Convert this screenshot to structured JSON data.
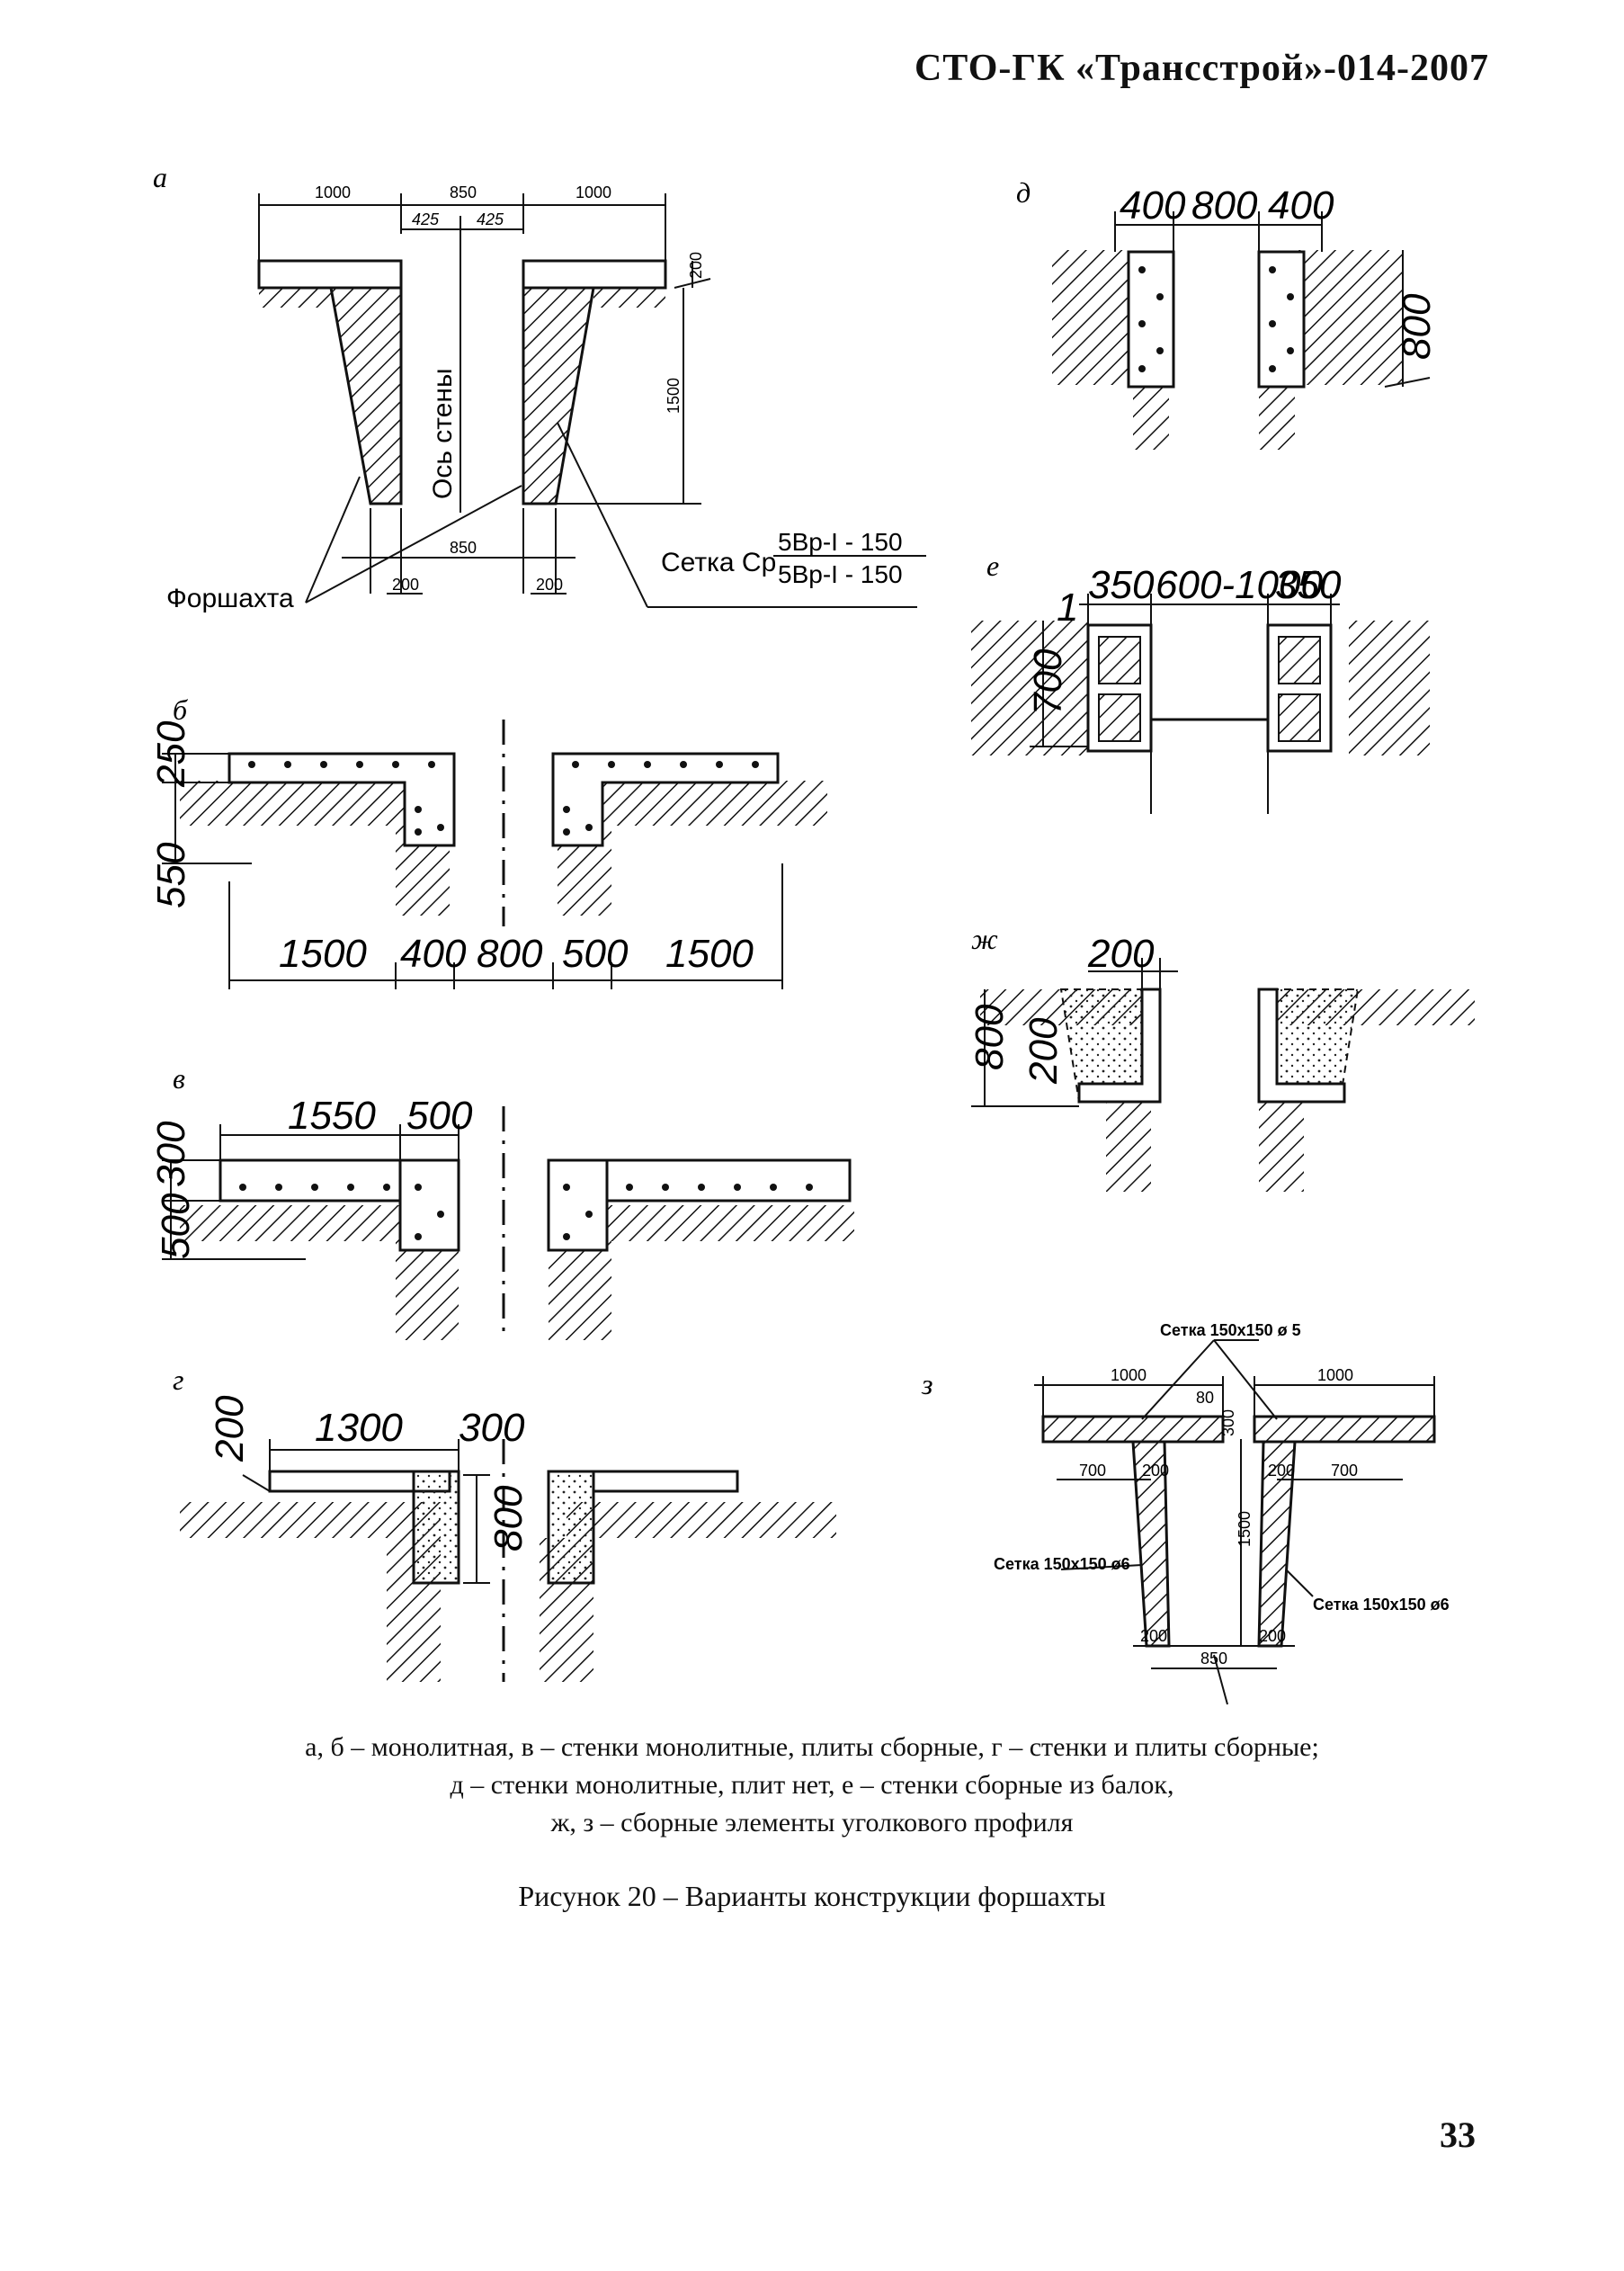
{
  "header": {
    "doc_code": "СТО-ГК «Трансстрой»-014-2007"
  },
  "panels": {
    "a": {
      "letter": "а",
      "dims": {
        "w_left": "1000",
        "w_mid": "850",
        "w_right": "1000",
        "half_l": "425",
        "half_r": "425",
        "slab": "200",
        "depth": "1500",
        "bottom_mid": "850",
        "bottom_l": "200",
        "bottom_r": "200"
      },
      "axis_label": "Ось стены",
      "leader_label": "Форшахта",
      "mesh_prefix": "Сетка Ср",
      "mesh_top": "5Вр-I - 150",
      "mesh_bottom": "5Вр-I - 150"
    },
    "b": {
      "letter": "б",
      "d250": "250",
      "d550": "550",
      "d1500a": "1500",
      "d400": "400",
      "d800": "800",
      "d500": "500",
      "d1500b": "1500"
    },
    "v": {
      "letter": "в",
      "d1550": "1550",
      "d500": "500",
      "d300": "300",
      "d500v": "500"
    },
    "g": {
      "letter": "г",
      "d200": "200",
      "d1300": "1300",
      "d300": "300",
      "d800": "800"
    },
    "d": {
      "letter": "д",
      "d400a": "400",
      "d800": "800",
      "d400b": "400",
      "d800v": "800"
    },
    "e": {
      "letter": "е",
      "item": "1",
      "d350a": "350",
      "d600_1000": "600-1000",
      "d350b": "350",
      "d700": "700"
    },
    "zh": {
      "letter": "ж",
      "d200": "200",
      "d800": "800",
      "d200v": "200"
    },
    "z": {
      "letter": "з",
      "mesh_top": "Сетка 150х150 ø 5",
      "mesh_left": "Сетка 150х150 ø6",
      "mesh_right": "Сетка 150х150 ø6",
      "d1000a": "1000",
      "d1000b": "1000",
      "d80": "80",
      "d300": "300",
      "d1500": "1500",
      "d700a": "700",
      "d700b": "700",
      "d200a": "200",
      "d200b": "200",
      "d850": "850",
      "d200c": "200",
      "d200d": "200"
    }
  },
  "caption": {
    "line1": "а, б – монолитная, в – стенки монолитные, плиты сборные, г – стенки и плиты сборные;",
    "line2": "д – стенки монолитные, плит нет, е – стенки сборные из балок,",
    "line3": "ж, з – сборные элементы уголкового профиля"
  },
  "figure_title": "Рисунок 20 – Варианты конструкции форшахты",
  "page_number": "33"
}
